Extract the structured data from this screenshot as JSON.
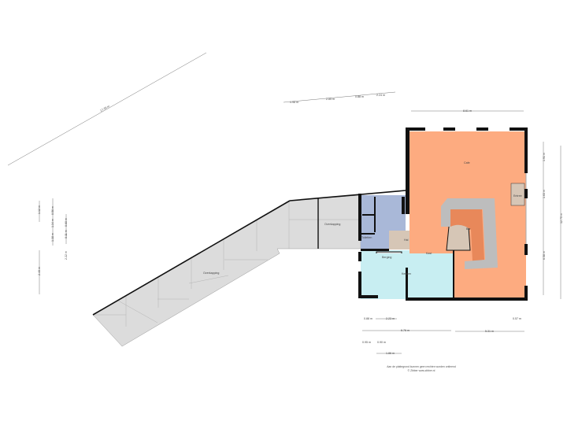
{
  "rooms": {
    "cafe": "Cafe",
    "bar": "Bar",
    "entree": "Entree",
    "hal": "Hal",
    "berging": "Berging",
    "keuken": "Keuken",
    "kast": "Kast",
    "toilet": "Toiletten",
    "overkapping_1": "Overkapping",
    "overkapping_2": "Overkapping"
  },
  "dimensions": {
    "diag_total": "17.39 m",
    "top_1": "1.98 m",
    "top_2": "2.85 m",
    "top_3": "0.88 m",
    "top_4": "2.24 m",
    "cafe_width": "8.61 m",
    "right_1": "1.91 m",
    "right_2": "1.63 m",
    "right_total": "12.75 m",
    "right_3": "6.58 m",
    "bottom_1": "0.88 m",
    "bottom_2": "2.23 m",
    "bottom_3": "0.57 m",
    "bottom_4": "6.76 m",
    "bottom_5": "5.31 m",
    "bottom_6": "0.95 m",
    "bottom_7": "0.90 m",
    "bottom_8": "1.86 m",
    "left_1": "1.12 m",
    "left_2": "0.56 m",
    "left_3": "1.34 m",
    "left_4": "1.38 m",
    "left_5": "0.60 m",
    "left_6": "0.11 m",
    "left_7": "2.22 m",
    "left_8": "2.40 m"
  },
  "footer": {
    "disclaimer": "Aan de plattegrond kunnen geen rechten worden ontleend",
    "copyright": "© Zibber www.zibber.nl"
  },
  "colors": {
    "cafe": "#fdab80",
    "bar": "#e8885a",
    "toilet": "#a9b8d8",
    "hal": "#d6c6b6",
    "keuken": "#c8eef2",
    "overkapping": "#dcdcdc",
    "counter": "#bdbdbd"
  }
}
